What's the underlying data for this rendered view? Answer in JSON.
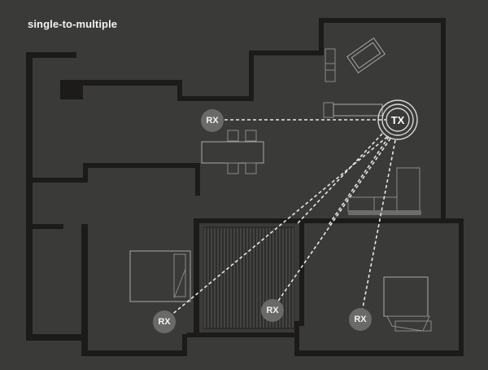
{
  "title": "single-to-multiple",
  "transmitter": {
    "label": "TX"
  },
  "receivers": [
    {
      "id": "rx-top",
      "label": "RX"
    },
    {
      "id": "rx-bedroom-left",
      "label": "RX"
    },
    {
      "id": "rx-balcony",
      "label": "RX"
    },
    {
      "id": "rx-bedroom-right",
      "label": "RX"
    }
  ],
  "colors": {
    "background": "#3a3a39",
    "wall": "#1c1b1a",
    "node": "#6a6a69",
    "signal": "#e8e8e6"
  }
}
